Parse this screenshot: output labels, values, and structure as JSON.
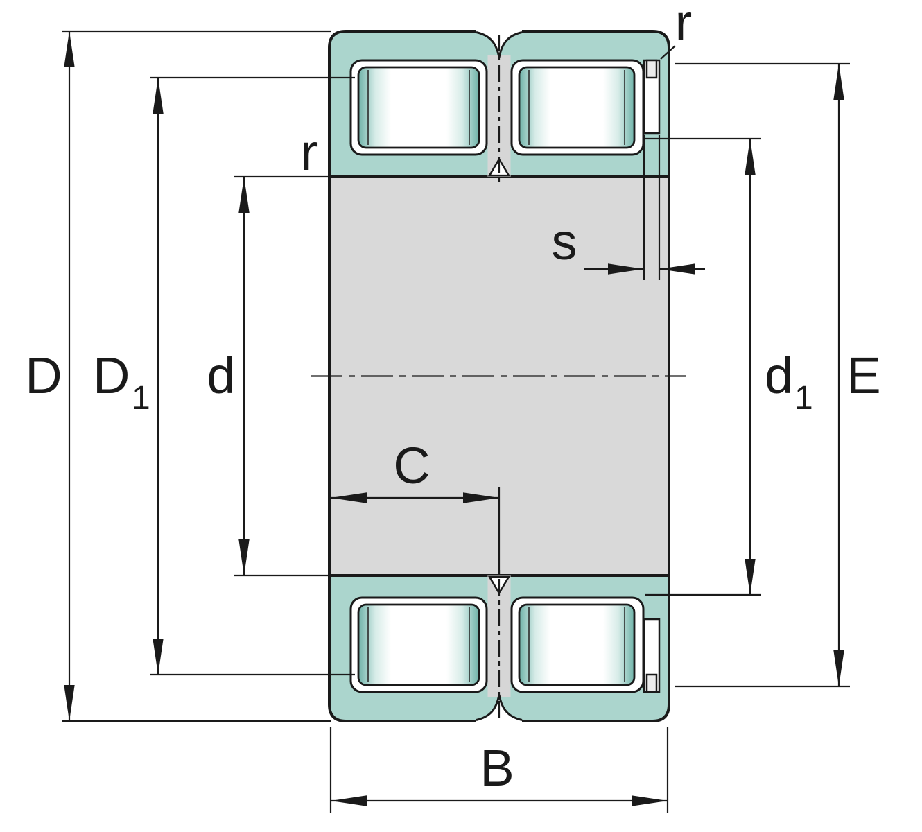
{
  "diagram": {
    "labels": {
      "D": "D",
      "D1_main": "D",
      "D1_sub": "1",
      "d": "d",
      "d1_main": "d",
      "d1_sub": "1",
      "E": "E",
      "B": "B",
      "C": "C",
      "s": "s",
      "r_left": "r",
      "r_right": "r"
    },
    "colors": {
      "ring_fill": "#abd5cd",
      "roller_shade": "#6fb2a8",
      "bore_fill": "#d9d9d9",
      "line": "#1a1a1a"
    }
  }
}
